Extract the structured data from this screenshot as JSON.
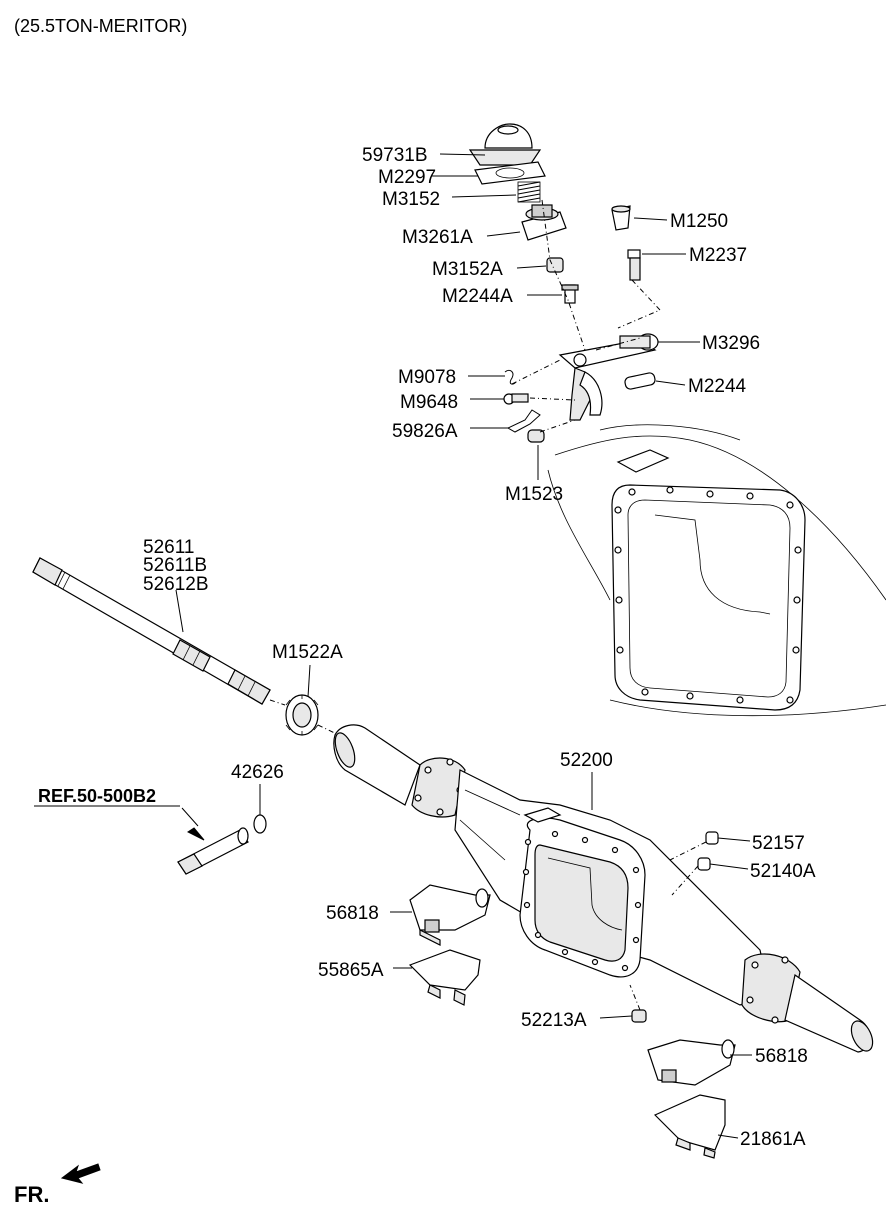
{
  "title": "(25.5TON-MERITOR)",
  "reference": "REF.50-500B2",
  "front_label": "FR.",
  "parts": [
    {
      "id": "p59731b",
      "number": "59731B"
    },
    {
      "id": "pm2297",
      "number": "M2297"
    },
    {
      "id": "pm3152",
      "number": "M3152"
    },
    {
      "id": "pm1250",
      "number": "M1250"
    },
    {
      "id": "pm3261a",
      "number": "M3261A"
    },
    {
      "id": "pm2237",
      "number": "M2237"
    },
    {
      "id": "pm3152a",
      "number": "M3152A"
    },
    {
      "id": "pm2244a",
      "number": "M2244A"
    },
    {
      "id": "pm3296",
      "number": "M3296"
    },
    {
      "id": "pm9078",
      "number": "M9078"
    },
    {
      "id": "pm2244",
      "number": "M2244"
    },
    {
      "id": "pm9648",
      "number": "M9648"
    },
    {
      "id": "p59826a",
      "number": "59826A"
    },
    {
      "id": "pm1523",
      "number": "M1523"
    },
    {
      "id": "p52611",
      "number": "52611"
    },
    {
      "id": "p52611b",
      "number": "52611B"
    },
    {
      "id": "p52612b",
      "number": "52612B"
    },
    {
      "id": "pm1522a",
      "number": "M1522A"
    },
    {
      "id": "p42626",
      "number": "42626"
    },
    {
      "id": "p52200",
      "number": "52200"
    },
    {
      "id": "p52157",
      "number": "52157"
    },
    {
      "id": "p52140a",
      "number": "52140A"
    },
    {
      "id": "p56818a",
      "number": "56818"
    },
    {
      "id": "p55865a",
      "number": "55865A"
    },
    {
      "id": "p52213a",
      "number": "52213A"
    },
    {
      "id": "p56818b",
      "number": "56818"
    },
    {
      "id": "p21861a",
      "number": "21861A"
    }
  ]
}
